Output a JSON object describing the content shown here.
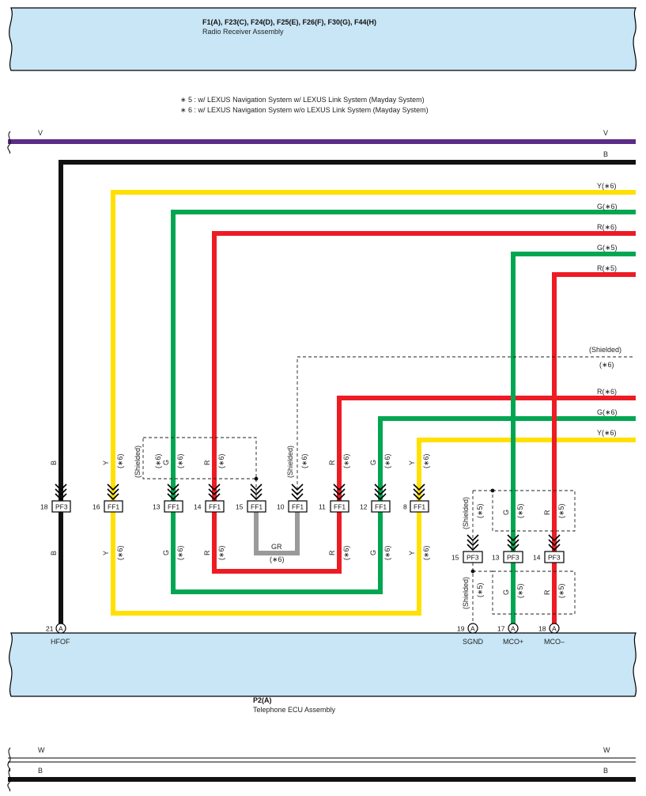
{
  "radio_receiver": {
    "connectors": "F1(A), F23(C), F24(D), F25(E), F26(F), F30(G), F44(H)",
    "name": "Radio Receiver Assembly"
  },
  "telephone_ecu": {
    "connector": "P2(A)",
    "name": "Telephone ECU Assembly"
  },
  "notes": {
    "note5": "∗ 5 : w/ LEXUS Navigation System w/ LEXUS Link System (Mayday System)",
    "note6": "∗ 6 : w/ LEXUS Navigation System w/o LEXUS Link System (Mayday System)"
  },
  "right_labels": {
    "v": "V",
    "b": "B",
    "y6_top": "Y(∗6)",
    "g6_top": "G(∗6)",
    "r6_top": "R(∗6)",
    "g5": "G(∗5)",
    "r5": "R(∗5)",
    "shielded": "(Shielded)",
    "shielded6": "(∗6)",
    "r6_low": "R(∗6)",
    "g6_low": "G(∗6)",
    "y6_low": "Y(∗6)"
  },
  "left_labels": {
    "v": "V"
  },
  "vertical_labels": {
    "b": "B",
    "y": "Y",
    "g": "G",
    "r": "R",
    "s6": "(∗6)",
    "s5": "(∗5)",
    "shielded": "(Shielded)"
  },
  "connectors": [
    {
      "pin": "18",
      "name": "PF3"
    },
    {
      "pin": "16",
      "name": "FF1"
    },
    {
      "pin": "13",
      "name": "FF1"
    },
    {
      "pin": "14",
      "name": "FF1"
    },
    {
      "pin": "15",
      "name": "FF1"
    },
    {
      "pin": "10",
      "name": "FF1"
    },
    {
      "pin": "11",
      "name": "FF1"
    },
    {
      "pin": "12",
      "name": "FF1"
    },
    {
      "pin": "8",
      "name": "FF1"
    },
    {
      "pin": "15",
      "name": "PF3"
    },
    {
      "pin": "13",
      "name": "PF3"
    },
    {
      "pin": "14",
      "name": "PF3"
    }
  ],
  "gr_label": "GR",
  "gr_note": "(∗6)",
  "ecu_pins": [
    {
      "pin": "21",
      "letter": "A",
      "signal": "HFOF"
    },
    {
      "pin": "19",
      "letter": "A",
      "signal": "SGND"
    },
    {
      "pin": "17",
      "letter": "A",
      "signal": "MCO+"
    },
    {
      "pin": "18",
      "letter": "A",
      "signal": "MCO–"
    }
  ],
  "bottom_bus": {
    "w": "W",
    "b": "B"
  },
  "colors": {
    "violet": "#5b2d86",
    "black": "#111111",
    "yellow": "#ffe000",
    "green": "#00a651",
    "red": "#ed1c24",
    "gray": "#9a9a9a",
    "box_fill": "#c9e6f7"
  }
}
